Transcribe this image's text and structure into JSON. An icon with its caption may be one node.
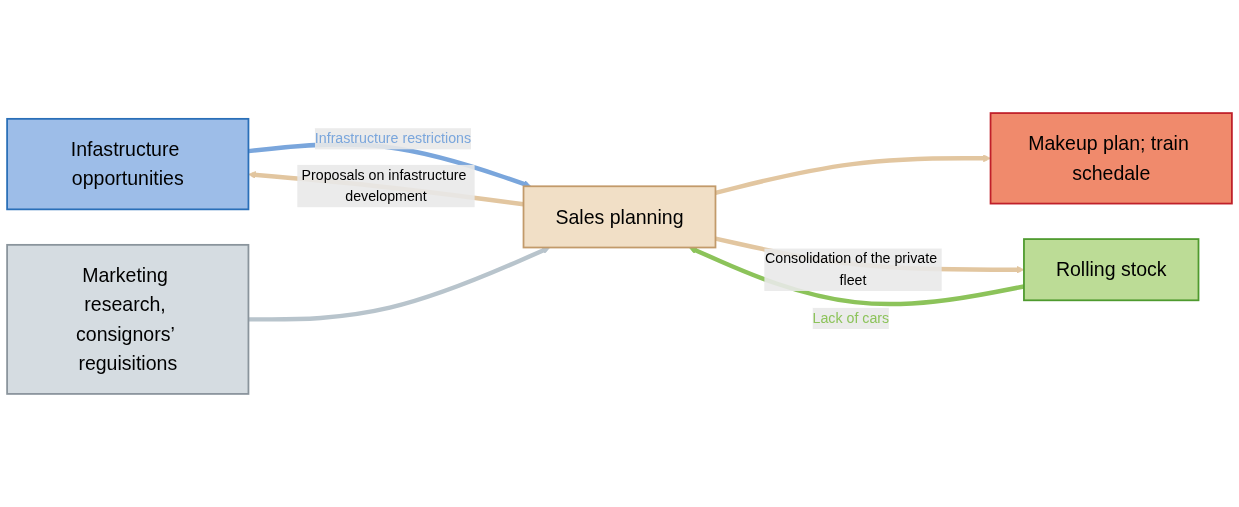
{
  "diagram": {
    "nodes": [
      {
        "text": [
          "Infastructure opportunities"
        ]
      },
      {
        "text": [
          "Marketing research, consignors’ reguisitions"
        ]
      },
      {
        "text": [
          "Sales planning"
        ]
      },
      {
        "text": [
          "Makeup plan; train schedale"
        ]
      },
      {
        "text": [
          "Rolling stock"
        ]
      }
    ],
    "edges": [
      {
        "from": 0,
        "to": 2,
        "arrow": "to",
        "label": "Infrastructure restrictions",
        "color": "#7aa6dc"
      },
      {
        "from": 2,
        "to": 0,
        "arrow": "to",
        "label": "Proposals on infastructure development"
      },
      {
        "from": 1,
        "to": 2,
        "arrow": "to",
        "color": "#b8c4cc"
      },
      {
        "from": 2,
        "to": 3,
        "arrow": "to"
      },
      {
        "from": 2,
        "to": 4,
        "arrow": "to",
        "label": "Consolidation of the private fleet"
      },
      {
        "from": 4,
        "to": 2,
        "arrow": "to",
        "label": "Lack of cars",
        "color": "#8cc35a"
      }
    ]
  }
}
